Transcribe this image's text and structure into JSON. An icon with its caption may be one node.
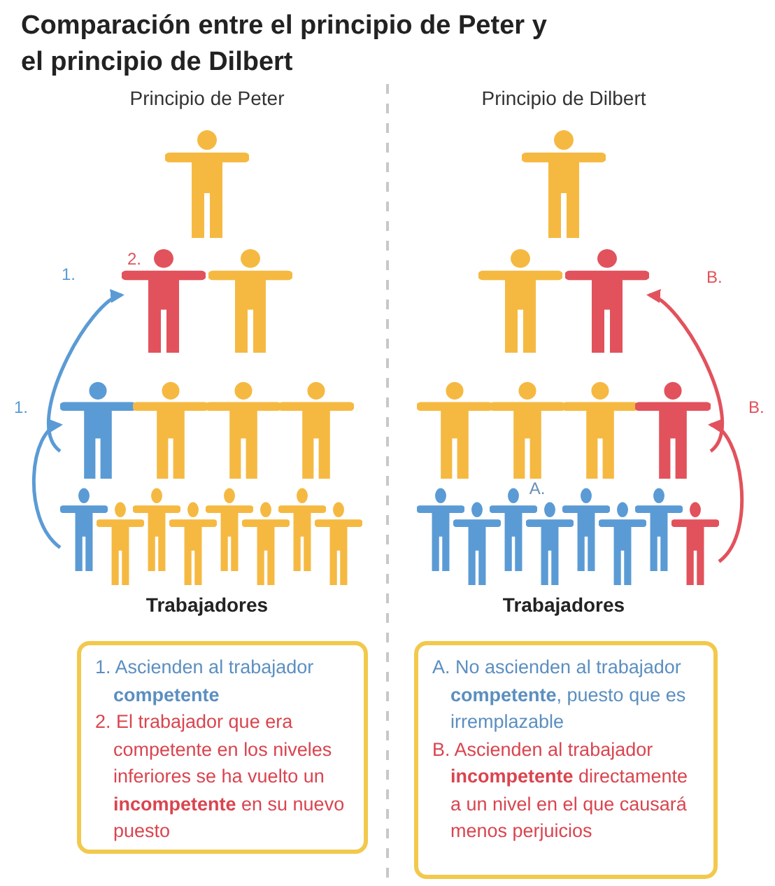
{
  "diagram": {
    "title": "Comparación entre el principio de Peter y el principio de Dilbert",
    "nodes": [
      {
        "text": [],
        "shape": "person"
      },
      {
        "text": [],
        "shape": "person"
      },
      {
        "text": [],
        "shape": "person"
      },
      {
        "text": [],
        "shape": "person"
      },
      {
        "text": [],
        "shape": "person"
      },
      {
        "text": [],
        "shape": "person"
      },
      {
        "text": [
          "1. Ascienden al trabajador **competente**",
          "2. El trabajador que era competente en los niveles inferiores se ha vuelto un **incompetente** en su nuevo puesto"
        ]
      },
      {
        "text": [
          "A. No ascienden al trabajador **competente**, puesto que es irremplazable",
          "B. Ascienden al trabajador **incompetente** directamente a un nivel en el que causará menos perjuicios"
        ]
      }
    ],
    "edges": [
      {
        "from": 2,
        "to": 1,
        "arrow": "to",
        "label": "1.",
        "color": "#5b9bd5"
      },
      {
        "from": 1,
        "to": 0,
        "arrow": "to",
        "label": "1.",
        "color": "#5b9bd5"
      },
      {
        "from": 5,
        "to": 4,
        "arrow": "to",
        "label": "B.",
        "color": "#e2525c"
      },
      {
        "from": 4,
        "to": 3,
        "arrow": "to",
        "label": "B.",
        "color": "#e2525c"
      }
    ],
    "labels": [
      "Principio de Peter",
      "Principio de Dilbert",
      "Trabajadores",
      "Trabajadores",
      "2.",
      "A."
    ]
  }
}
